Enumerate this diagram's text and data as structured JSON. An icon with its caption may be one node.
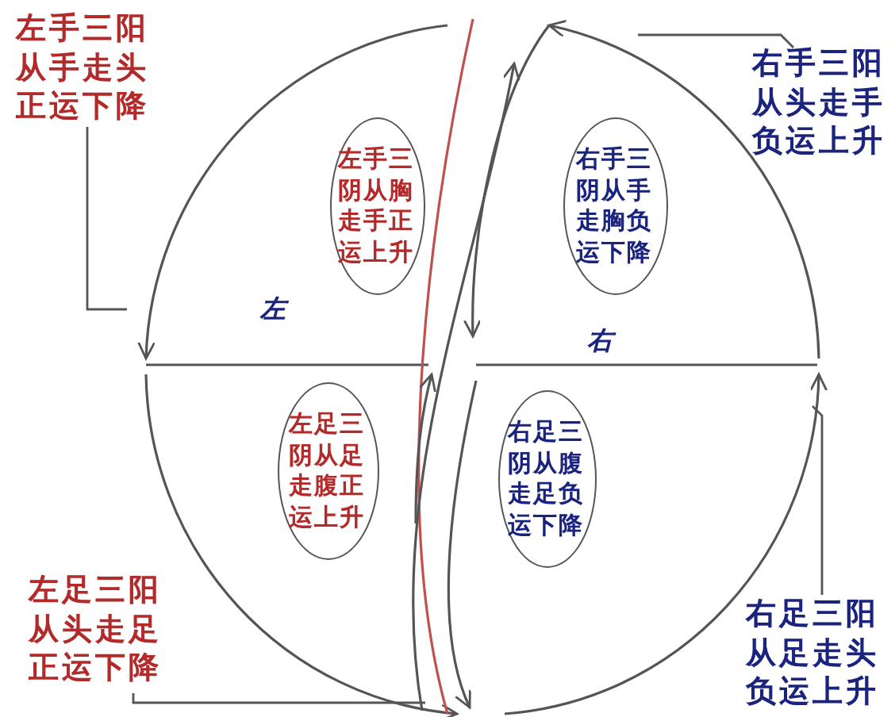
{
  "diagram": {
    "nodes": [
      {
        "text": [
          "左手三阳从手走头正运下降"
        ]
      },
      {
        "text": [
          "右手三阳从头走手负运上升"
        ]
      },
      {
        "text": [
          "左手三阴从胸走手正运上升"
        ]
      },
      {
        "text": [
          "右手三阴从手走胸负运下降"
        ]
      },
      {
        "text": [
          "左足三阴从足走腹正运上升"
        ]
      },
      {
        "text": [
          "右足三阴从腹走足负运下降"
        ]
      },
      {
        "text": [
          "左足三阳从头走足正运下降"
        ]
      },
      {
        "text": [
          "右足三阳从足走头负运上升"
        ]
      }
    ],
    "edges": [
      {
        "from": 0,
        "to": null,
        "arrow": "none"
      },
      {
        "from": 1,
        "to": null,
        "arrow": "none"
      },
      {
        "from": 6,
        "to": null,
        "arrow": "none"
      },
      {
        "from": 7,
        "to": null,
        "arrow": "none"
      }
    ],
    "labels": [
      "左",
      "右"
    ]
  }
}
